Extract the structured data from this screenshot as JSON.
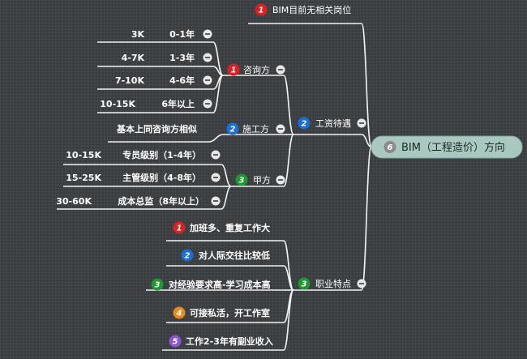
{
  "root": {
    "badge": "6",
    "label": "BIM（工程造价）方向"
  },
  "colors": {
    "red": "#e02020",
    "blue": "#1a6fd6",
    "green": "#1c9a2e",
    "orange": "#e88a1a",
    "purple": "#8e54d4",
    "gray": "#8a8a8a"
  },
  "nodes": {
    "top": {
      "badge": "1",
      "label": "BIM目前无相关岗位"
    },
    "salary": {
      "badge": "2",
      "label": "工资待遇"
    },
    "consult": {
      "badge": "1",
      "label": "咨询方"
    },
    "constr": {
      "badge": "2",
      "label": "施工方"
    },
    "owner": {
      "badge": "3",
      "label": "甲方"
    },
    "traits": {
      "badge": "3",
      "label": "职业特点"
    }
  },
  "consult_items": [
    {
      "salary": "3K",
      "years": "0-1年"
    },
    {
      "salary": "4-7K",
      "years": "1-3年"
    },
    {
      "salary": "7-10K",
      "years": "4-6年"
    },
    {
      "salary": "10-15K",
      "years": "6年以上"
    }
  ],
  "constr_items": [
    {
      "text": "基本上同咨询方相似"
    }
  ],
  "owner_items": [
    {
      "salary": "10-15K",
      "title": "专员级别（1-4年）"
    },
    {
      "salary": "15-25K",
      "title": "主管级别（4-8年）"
    },
    {
      "salary": "30-60K",
      "title": "成本总监（8年以上）"
    }
  ],
  "trait_items": [
    {
      "badge": "1",
      "label": "加班多、重复工作大"
    },
    {
      "badge": "2",
      "label": "对人际交往比较低"
    },
    {
      "badge": "3",
      "label": "对经验要求高-学习成本高"
    },
    {
      "badge": "4",
      "label": "可接私活，开工作室"
    },
    {
      "badge": "5",
      "label": "工作2-3年有副业收入"
    }
  ]
}
